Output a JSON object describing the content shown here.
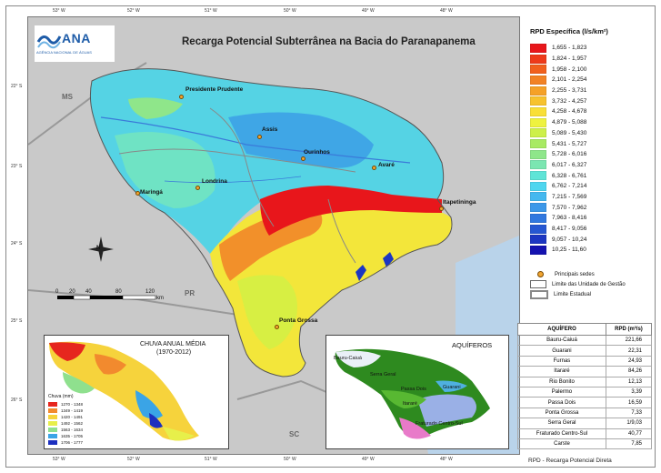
{
  "map": {
    "title": "Recarga Potencial Subterrânea na Bacia do Paranapanema",
    "logo_text": "ANA",
    "logo_subtitle": "AGÊNCIA NACIONAL DE ÁGUAS",
    "north_label": "N",
    "states": [
      "MS",
      "PR",
      "SC"
    ],
    "cities": [
      {
        "name": "Presidente Prudente"
      },
      {
        "name": "Assis"
      },
      {
        "name": "Ourinhos"
      },
      {
        "name": "Avaré"
      },
      {
        "name": "Londrina"
      },
      {
        "name": "Maringá"
      },
      {
        "name": "Itapetininga"
      },
      {
        "name": "Ponta Grossa"
      }
    ],
    "lon_ticks": [
      "53° W",
      "52° W",
      "51° W",
      "50° W",
      "49° W",
      "48° W"
    ],
    "lat_ticks": [
      "22° S",
      "23° S",
      "24° S",
      "25° S",
      "26° S"
    ],
    "scale": {
      "ticks": [
        "0",
        "20",
        "40",
        "80",
        "120"
      ],
      "unit": "km"
    }
  },
  "legend": {
    "title": "RPD Específica (l/s/km²)",
    "classes": [
      {
        "label": "1,655 - 1,823",
        "color": "#e8161b"
      },
      {
        "label": "1,824 - 1,957",
        "color": "#ee3a1a"
      },
      {
        "label": "1,958 - 2,100",
        "color": "#f1601d"
      },
      {
        "label": "2,101 - 2,254",
        "color": "#f28224"
      },
      {
        "label": "2,255 - 3,731",
        "color": "#f5a127"
      },
      {
        "label": "3,732 - 4,257",
        "color": "#f7c22d"
      },
      {
        "label": "4,258 - 4,678",
        "color": "#f9df37"
      },
      {
        "label": "4,879 - 5,088",
        "color": "#eef23f"
      },
      {
        "label": "5,089 - 5,430",
        "color": "#cdf04a"
      },
      {
        "label": "5,431 - 5,727",
        "color": "#a8ea63"
      },
      {
        "label": "5,728 - 6,016",
        "color": "#8ee68a"
      },
      {
        "label": "6,017 - 6,327",
        "color": "#7be6b1"
      },
      {
        "label": "6,328 - 6,761",
        "color": "#5fe4d7"
      },
      {
        "label": "6,762 - 7,214",
        "color": "#4fd6ef"
      },
      {
        "label": "7,215 - 7,569",
        "color": "#44b8ef"
      },
      {
        "label": "7,570 - 7,962",
        "color": "#3c98e9"
      },
      {
        "label": "7,963 - 8,416",
        "color": "#3178df"
      },
      {
        "label": "8,417 - 9,056",
        "color": "#2657d2"
      },
      {
        "label": "9,057 - 10,24",
        "color": "#1c36c2"
      },
      {
        "label": "10,25 - 11,60",
        "color": "#1412b0"
      }
    ],
    "symbols": {
      "sedes": "Principais sedes",
      "ug": "Limite das Unidade de Gestão",
      "estadual": "Limite Estadual"
    }
  },
  "aquifer_table": {
    "header_aquifer": "AQUÍFERO",
    "header_rpd": "RPD (m³/s)",
    "rows": [
      {
        "name": "Bauru-Caiuá",
        "value": "221,66"
      },
      {
        "name": "Guarani",
        "value": "22,31"
      },
      {
        "name": "Furnas",
        "value": "24,93"
      },
      {
        "name": "Itararé",
        "value": "84,26"
      },
      {
        "name": "Rio Bonito",
        "value": "12,13"
      },
      {
        "name": "Palermo",
        "value": "3,39"
      },
      {
        "name": "Passa Dois",
        "value": "16,59"
      },
      {
        "name": "Ponta Grossa",
        "value": "7,33"
      },
      {
        "name": "Serra Geral",
        "value": "1/9,03"
      },
      {
        "name": "Fraturado Centro-Sul",
        "value": "40,77"
      },
      {
        "name": "Carste",
        "value": "7,85"
      }
    ],
    "note": "RPD - Recarga Potencial Direta"
  },
  "rain_inset": {
    "title_line1": "CHUVA ANUAL MÉDIA",
    "title_line2": "(1970-2012)",
    "legend_title": "Chuva (mm)",
    "classes": [
      {
        "label": "1270 - 1348",
        "color": "#e6261e"
      },
      {
        "label": "1349 - 1419",
        "color": "#f28a2e"
      },
      {
        "label": "1420 - 1491",
        "color": "#f6d33c"
      },
      {
        "label": "1492 - 1562",
        "color": "#e7ef4a"
      },
      {
        "label": "1563 - 1634",
        "color": "#8fe08e"
      },
      {
        "label": "1635 - 1705",
        "color": "#3aa4e6"
      },
      {
        "label": "1706 - 1777",
        "color": "#1c2fbf"
      }
    ]
  },
  "aquifer_inset": {
    "title": "AQUÍFEROS",
    "labels": [
      "Bauru-Caiuá",
      "Serra Geral",
      "Passa Dois",
      "Guarani",
      "Itararé",
      "Fraturado Centro-Sul"
    ]
  }
}
